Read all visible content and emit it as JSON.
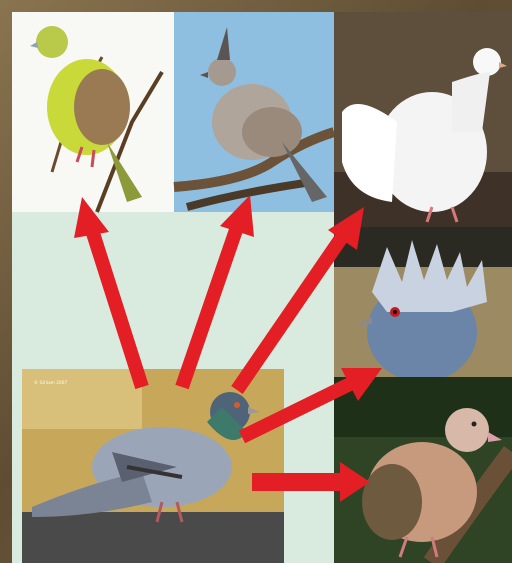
{
  "figure": {
    "photo_credit": "© Gilliam 2007",
    "panels": [
      {
        "id": "green-pigeon",
        "desc_icon": "green-pigeon-photo"
      },
      {
        "id": "crested-pigeon",
        "desc_icon": "crested-pigeon-photo"
      },
      {
        "id": "white-fantail-pigeon",
        "desc_icon": "white-pigeon-photo"
      },
      {
        "id": "crowned-pigeon",
        "desc_icon": "crowned-pigeon-photo"
      },
      {
        "id": "rock-pigeon",
        "desc_icon": "rock-pigeon-photo"
      },
      {
        "id": "ground-dove",
        "desc_icon": "brown-dove-photo"
      }
    ],
    "arrow_color": "#e31e24",
    "background_color": "#d9ebdf"
  }
}
